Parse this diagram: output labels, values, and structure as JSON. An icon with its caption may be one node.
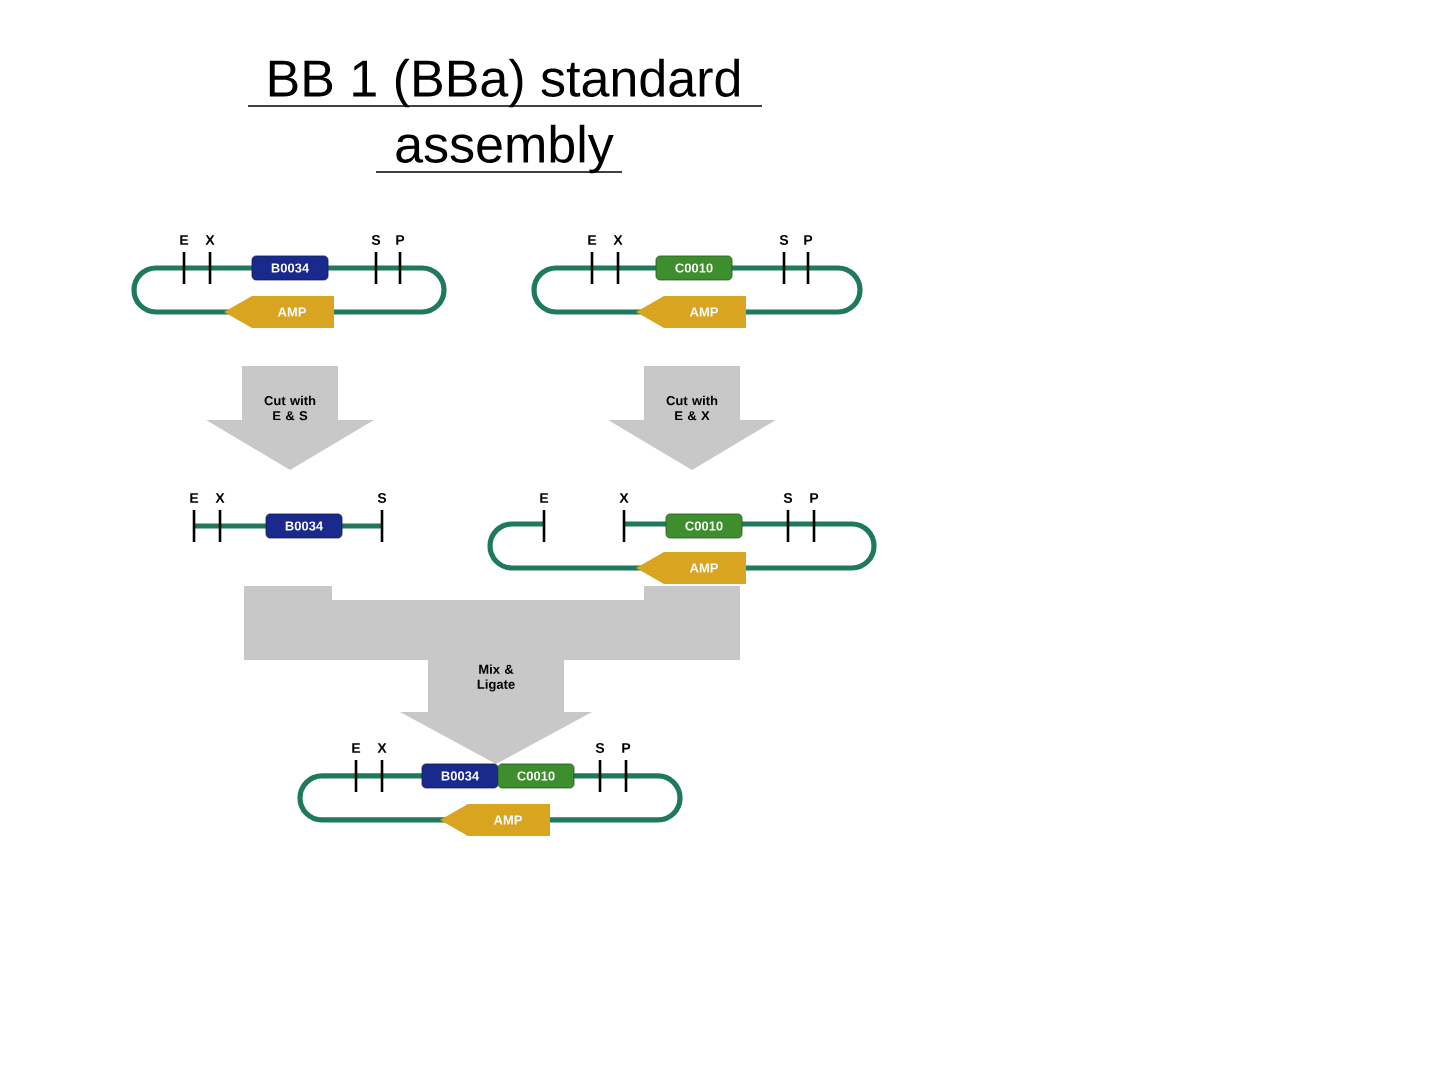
{
  "diagram": {
    "title": "BB 1 (BBa) standard assembly",
    "nodes": [
      {
        "text": [
          "B0034"
        ]
      },
      {
        "text": [
          "AMP"
        ]
      },
      {
        "text": [
          "C0010"
        ]
      },
      {
        "text": [
          "AMP"
        ]
      },
      {
        "text": [
          "Cut with E & S"
        ]
      },
      {
        "text": [
          "Cut with E & X"
        ]
      },
      {
        "text": [
          "B0034"
        ]
      },
      {
        "text": [
          "C0010"
        ]
      },
      {
        "text": [
          "AMP"
        ]
      },
      {
        "text": [
          "Mix & Ligate"
        ]
      },
      {
        "text": [
          "B0034"
        ]
      },
      {
        "text": [
          "C0010"
        ]
      },
      {
        "text": [
          "AMP"
        ]
      }
    ],
    "labels": [
      "E",
      "X",
      "S",
      "P",
      "E",
      "X",
      "S",
      "P",
      "E",
      "X",
      "S",
      "E",
      "X",
      "S",
      "P",
      "E",
      "X",
      "S",
      "P"
    ]
  }
}
